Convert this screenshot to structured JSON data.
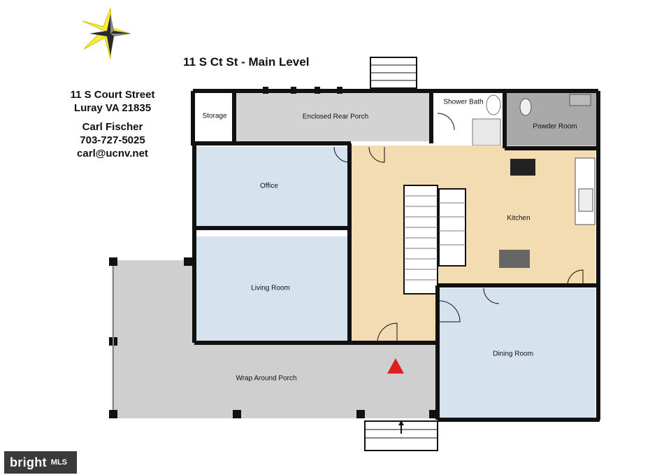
{
  "title": "11 S Ct St - Main Level",
  "contact": {
    "street": "11 S Court Street",
    "city": "Luray VA 21835",
    "name": "Carl Fischer",
    "phone": "703-727-5025",
    "email": "carl@ucnv.net"
  },
  "rooms": {
    "storage": "Storage",
    "enclosed_rear_porch": "Enclosed Rear Porch",
    "shower_bath": "Shower Bath",
    "powder_room": "Powder Room",
    "office": "Office",
    "kitchen": "Kitchen",
    "living_room": "Living Room",
    "dining_room": "Dining Room",
    "wrap_around_porch": "Wrap Around Porch"
  },
  "badge": {
    "brand": "bright",
    "mls": "MLS"
  },
  "colors": {
    "porch": "#cfcfcf",
    "bedroom_blue": "#d6e2ee",
    "kitchen_tan": "#f3dcb2",
    "powder": "#a9a9a9",
    "wall": "#111111",
    "marker": "#e02020",
    "compass_yellow": "#f7ee3b"
  },
  "icons": [
    "compass-star-icon",
    "entry-marker-icon"
  ]
}
